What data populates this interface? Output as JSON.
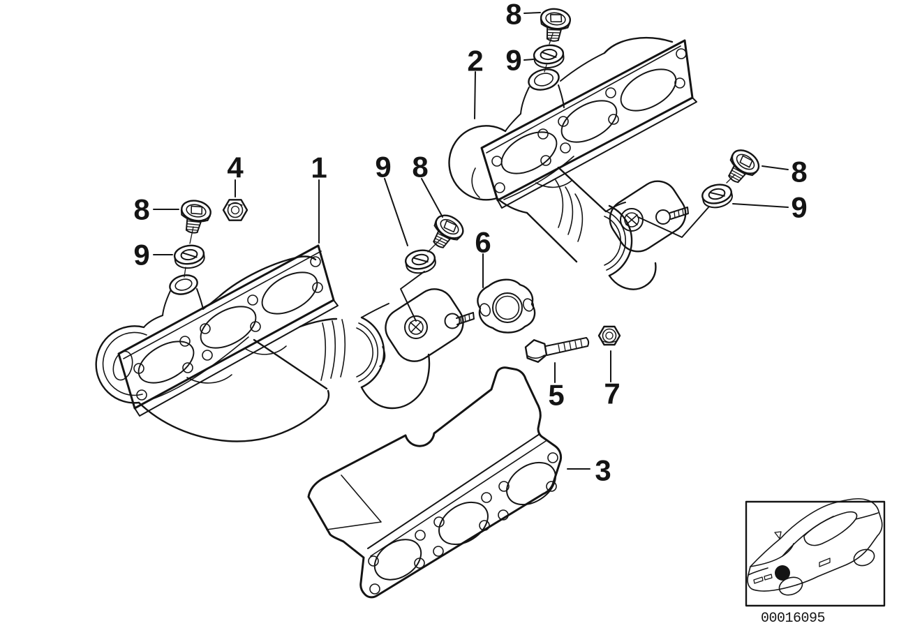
{
  "canvas": {
    "background": "#ffffff",
    "ink": "#141414"
  },
  "callouts": [
    {
      "id": "8-top",
      "label": "8"
    },
    {
      "id": "9-top",
      "label": "9"
    },
    {
      "id": "2",
      "label": "2"
    },
    {
      "id": "4",
      "label": "4"
    },
    {
      "id": "8-left",
      "label": "8"
    },
    {
      "id": "9-left",
      "label": "9"
    },
    {
      "id": "1",
      "label": "1"
    },
    {
      "id": "9-mid",
      "label": "9"
    },
    {
      "id": "8-mid",
      "label": "8"
    },
    {
      "id": "6",
      "label": "6"
    },
    {
      "id": "5",
      "label": "5"
    },
    {
      "id": "7",
      "label": "7"
    },
    {
      "id": "3",
      "label": "3"
    },
    {
      "id": "8-right",
      "label": "8"
    },
    {
      "id": "9-right",
      "label": "9"
    }
  ],
  "vehicle_thumbnail": {
    "code": "00016095"
  }
}
